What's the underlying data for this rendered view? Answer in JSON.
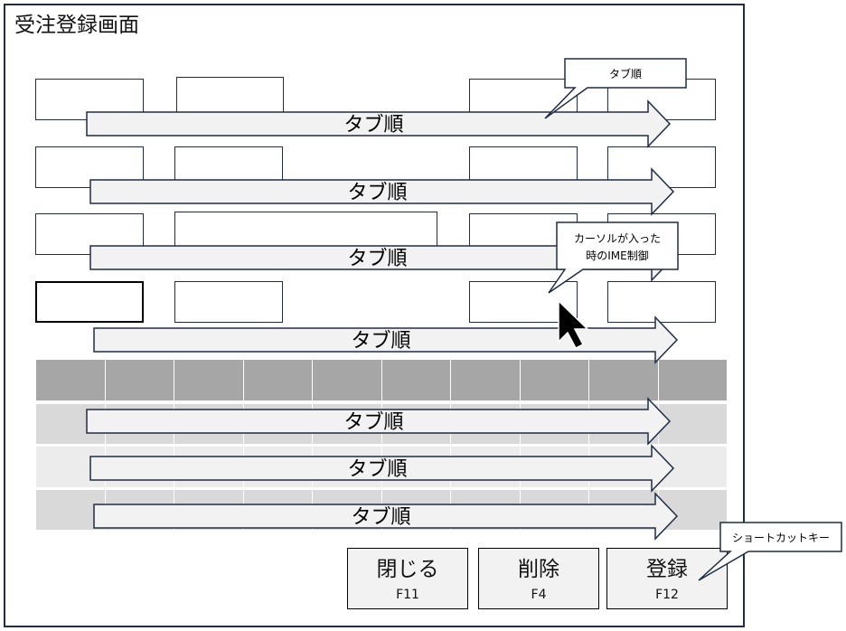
{
  "window": {
    "title": "受注登録画面"
  },
  "tab_order_label": "タブ順",
  "callouts": {
    "tab_order": "タブ順",
    "ime_line1": "カーソルが入った",
    "ime_line2": "時のIME制御",
    "shortcut": "ショートカットキー"
  },
  "buttons": [
    {
      "label": "閉じる",
      "key": "F11"
    },
    {
      "label": "削除",
      "key": "F4"
    },
    {
      "label": "登録",
      "key": "F12"
    }
  ],
  "grid": {
    "columns": 10,
    "rows": 4
  },
  "colors": {
    "border": "#1f2d45",
    "arrow_fill": "#f2f2f2",
    "grid_header": "#a6a6a6",
    "grid_row_a": "#d9d9d9",
    "grid_row_b": "#ececec"
  }
}
